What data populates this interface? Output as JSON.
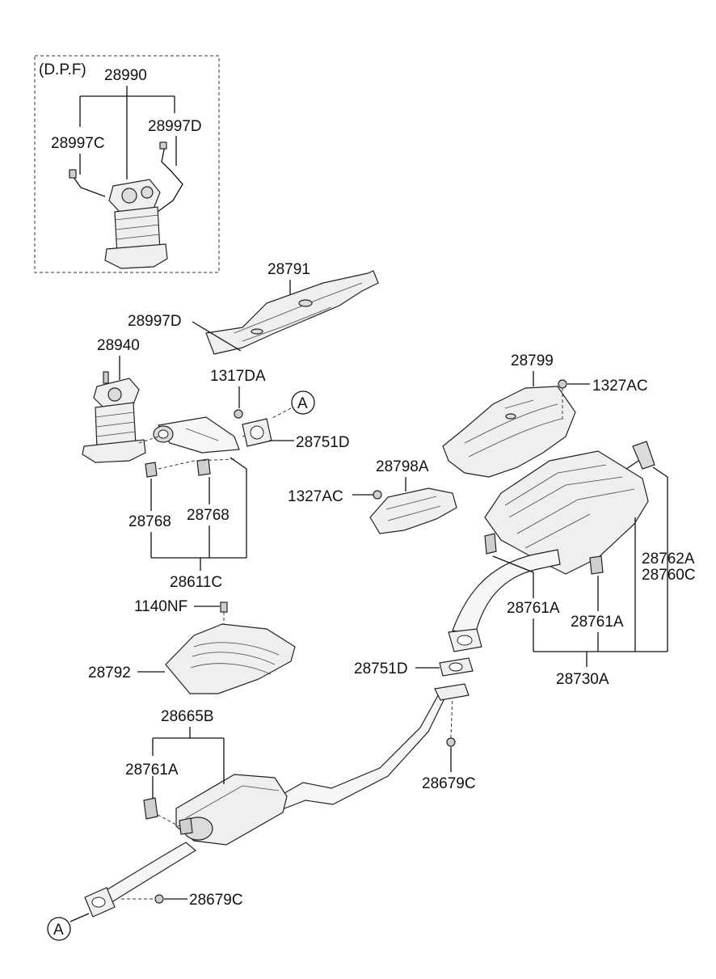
{
  "dpf_box_label": "(D.P.F)",
  "parts": {
    "p28990": "28990",
    "p28997C": "28997C",
    "p28997D_top": "28997D",
    "p28791": "28791",
    "p28997D": "28997D",
    "p28940": "28940",
    "p1317DA": "1317DA",
    "p28751D_top": "28751D",
    "pA_top": "A",
    "p28768_left": "28768",
    "p28768_right": "28768",
    "p28611C": "28611C",
    "p1140NF": "1140NF",
    "p28792": "28792",
    "p28799": "28799",
    "p1327AC_right": "1327AC",
    "p28798A": "28798A",
    "p1327AC_left": "1327AC",
    "p28762A": "28762A",
    "p28760C": "28760C",
    "p28761A_a": "28761A",
    "p28761A_b": "28761A",
    "p28730A": "28730A",
    "p28751D_mid": "28751D",
    "p28679C_mid": "28679C",
    "p28665B": "28665B",
    "p28761A_c": "28761A",
    "p28679C_bottom": "28679C",
    "pA_bottom": "A"
  },
  "icons": [
    "dpf-catalytic-converter-icon",
    "catalytic-converter-icon",
    "heat-shield-icon",
    "muffler-icon",
    "hanger-icon",
    "gasket-icon",
    "nut-icon",
    "bolt-icon",
    "pipe-icon"
  ]
}
